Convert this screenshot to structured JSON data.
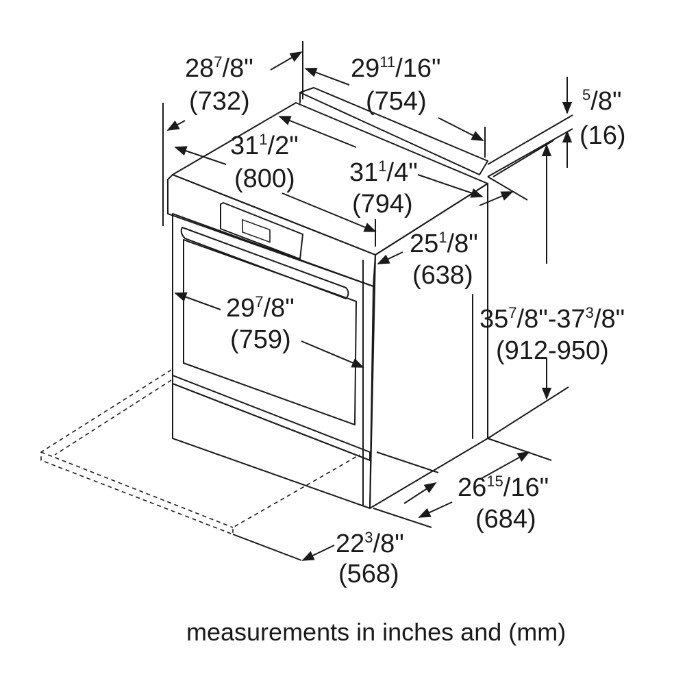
{
  "dimensions": {
    "depth_overall": {
      "whole": "28",
      "frac_num": "7",
      "frac_den": "8\"",
      "mm": "(732)"
    },
    "top_width": {
      "whole": "29",
      "frac_num": "11",
      "frac_den": "16\"",
      "mm": "(754)"
    },
    "backguard": {
      "whole": "",
      "frac_num": "5",
      "frac_den": "8\"",
      "mm": "(16)"
    },
    "width_overall": {
      "whole": "31",
      "frac_num": "1",
      "frac_den": "2\"",
      "mm": "(800)"
    },
    "width_cooktop": {
      "whole": "31",
      "frac_num": "1",
      "frac_den": "4\"",
      "mm": "(794)"
    },
    "depth_body": {
      "whole": "25",
      "frac_num": "1",
      "frac_den": "8\"",
      "mm": "(638)"
    },
    "oven_width": {
      "whole": "29",
      "frac_num": "7",
      "frac_den": "8\"",
      "mm": "(759)"
    },
    "height": {
      "a_whole": "35",
      "a_num": "7",
      "a_den": "8\"-",
      "b_whole": "37",
      "b_num": "3",
      "b_den": "8\"",
      "mm": "(912-950)"
    },
    "depth_side": {
      "whole": "26",
      "frac_num": "15",
      "frac_den": "16\"",
      "mm": "(684)"
    },
    "cutout_depth": {
      "whole": "22",
      "frac_num": "3",
      "frac_den": "8\"",
      "mm": "(568)"
    }
  },
  "caption": "measurements in inches and (mm)"
}
